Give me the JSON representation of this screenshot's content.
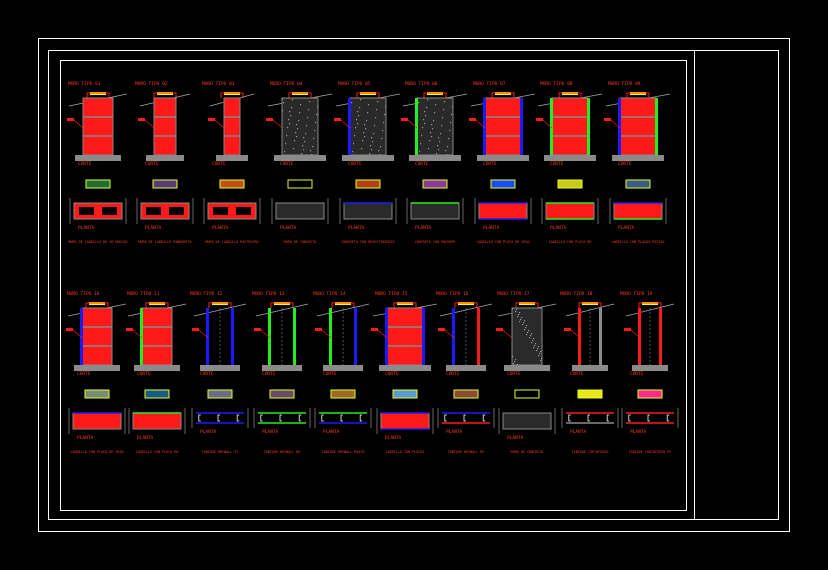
{
  "drawing": {
    "section_label": "CORTE",
    "plan_label": "PLANTA",
    "colors": {
      "brick": "#ff1a1a",
      "frame": "#ffffff",
      "text": "#ff3b1a",
      "concrete": "#8a8a8a",
      "blue": "#1a1aff",
      "green": "#22ee22",
      "yellow": "#ffff00"
    },
    "rows": [
      {
        "items": [
          {
            "title": "MURO TIPO 01",
            "kind": "brick",
            "width": 30,
            "swatch": "#1f6b3a",
            "caption": "MURO DE LADRILLO KK 18 HUECOS"
          },
          {
            "title": "MURO TIPO 02",
            "kind": "brick",
            "width": 22,
            "swatch": "#5a3a7a",
            "caption": "MURO DE LADRILLO PANDERETA"
          },
          {
            "title": "MURO TIPO 03",
            "kind": "brick",
            "width": 16,
            "swatch": "#c0501a",
            "caption": "MURO DE LADRILLO PASTELERO"
          },
          {
            "title": "MURO TIPO 04",
            "kind": "concrete",
            "width": 36,
            "swatch": "#000000",
            "caption": "MURO DE CONCRETO"
          },
          {
            "title": "MURO TIPO 05",
            "kind": "concrete",
            "width": 36,
            "left": "#1a1aff",
            "swatch": "#b0401a",
            "caption": "CONCRETO CON REVESTIMIENTO"
          },
          {
            "title": "MURO TIPO 06",
            "kind": "concrete",
            "width": 36,
            "left": "#22ee22",
            "swatch": "#8a3a9a",
            "caption": "CONCRETO CON ENCHAPE"
          },
          {
            "title": "MURO TIPO 07",
            "kind": "brick",
            "width": 36,
            "left": "#1a1aff",
            "right": "#1a1aff",
            "swatch": "#1a4aff",
            "caption": "LADRILLO CON PLACA DE YESO"
          },
          {
            "title": "MURO TIPO 08",
            "kind": "brick",
            "width": 36,
            "left": "#22ee22",
            "right": "#22ee22",
            "swatch": "#c8c81a",
            "caption": "LADRILLO CON PLACA RH"
          },
          {
            "title": "MURO TIPO 09",
            "kind": "brick",
            "width": 36,
            "left": "#1a1aff",
            "right": "#22ee22",
            "swatch": "#3a5a8a",
            "caption": "LADRILLO CON PLACAS MIXTAS"
          }
        ]
      },
      {
        "items": [
          {
            "title": "MURO TIPO 10",
            "kind": "brick",
            "width": 30,
            "left": "#1a1aff",
            "swatch": "#7a8a7a",
            "caption": "LADRILLO CON PLACA DE YESO"
          },
          {
            "title": "MURO TIPO 11",
            "kind": "brick",
            "width": 30,
            "left": "#22ee22",
            "swatch": "#1a5a8a",
            "caption": "LADRILLO CON PLACA RH"
          },
          {
            "title": "MURO TIPO 12",
            "kind": "dry",
            "width": 24,
            "left": "#1a1aff",
            "right": "#1a1aff",
            "swatch": "#6a6a8a",
            "caption": "TABIQUE DRYWALL ST"
          },
          {
            "title": "MURO TIPO 13",
            "kind": "dry",
            "width": 24,
            "left": "#22ee22",
            "right": "#22ee22",
            "swatch": "#6a4a6a",
            "caption": "TABIQUE DRYWALL RH"
          },
          {
            "title": "MURO TIPO 14",
            "kind": "dry",
            "width": 24,
            "left": "#22ee22",
            "right": "#1a1aff",
            "swatch": "#9a6a2a",
            "caption": "TABIQUE DRYWALL MIXTO"
          },
          {
            "title": "MURO TIPO 15",
            "kind": "brick",
            "width": 36,
            "left": "#1a1aff",
            "right": "#1a1aff",
            "swatch": "#5a9ad0",
            "caption": "LADRILLO CON PLACAS"
          },
          {
            "title": "MURO TIPO 16",
            "kind": "dry",
            "width": 24,
            "left": "#1a1aff",
            "right": "#ff1a1a",
            "swatch": "#8a4a3a",
            "caption": "TABIQUE DRYWALL RF"
          },
          {
            "title": "MURO TIPO 17",
            "kind": "concrete",
            "width": 30,
            "swatch": "#000000",
            "caption": "MURO DE CONCRETO"
          },
          {
            "title": "MURO TIPO 18",
            "kind": "dry",
            "width": 20,
            "left": "#ff1a1a",
            "right": "#8a8a8a",
            "swatch": "#e8e81a",
            "caption": "TABIQUE CORTAFUEGO"
          },
          {
            "title": "MURO TIPO 19",
            "kind": "dry",
            "width": 20,
            "left": "#ff1a1a",
            "right": "#ff1a1a",
            "swatch": "#ff2a8a",
            "caption": "TABIQUE CORTAFUEGO RF"
          }
        ]
      }
    ]
  }
}
